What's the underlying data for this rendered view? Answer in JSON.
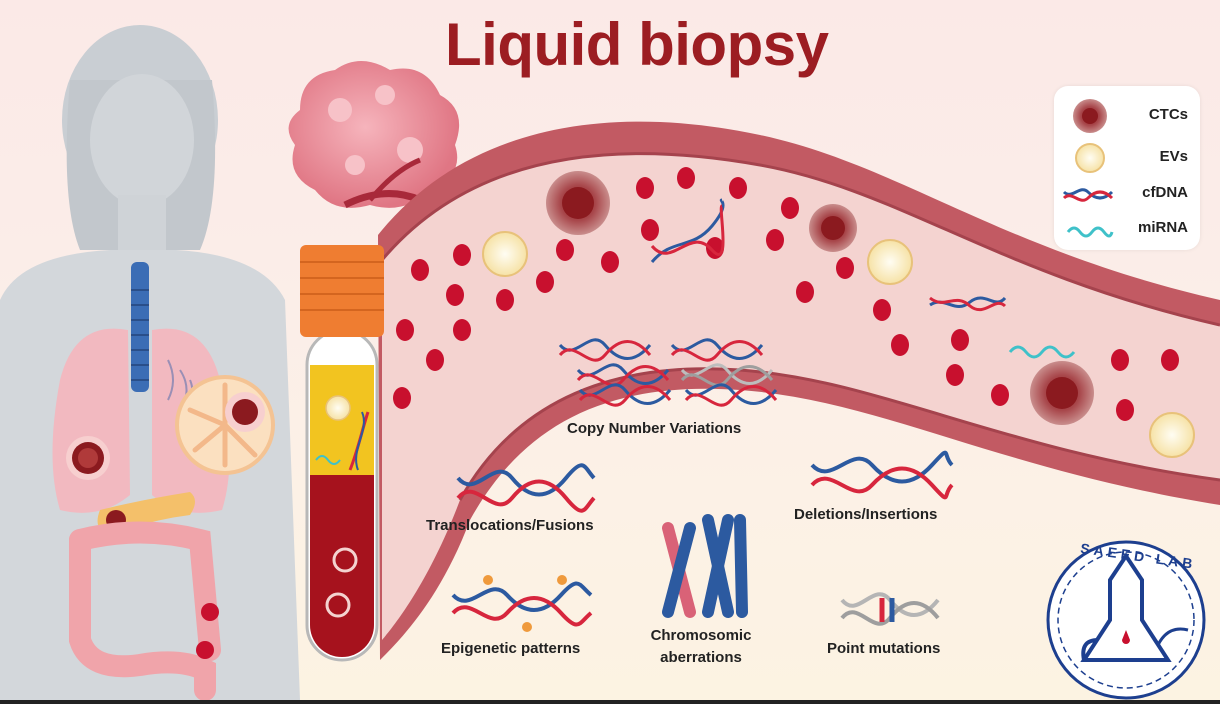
{
  "title": "Liquid biopsy",
  "legend": {
    "items": [
      {
        "label": "CTCs",
        "icon": "ctc-cell-icon"
      },
      {
        "label": "EVs",
        "icon": "extracellular-vesicle-icon"
      },
      {
        "label": "cfDNA",
        "icon": "dna-helix-icon"
      },
      {
        "label": "miRNA",
        "icon": "mirna-strand-icon"
      }
    ]
  },
  "alterations": {
    "copy_number": "Copy Number Variations",
    "translocations": "Translocations/Fusions",
    "deletions": "Deletions/Insertions",
    "epigenetic": "Epigenetic patterns",
    "chromosomic_line1": "Chromosomic",
    "chromosomic_line2": "aberrations",
    "point_mutations": "Point mutations"
  },
  "logo": {
    "text": "SAEED LAB",
    "icon": "flask-logo-icon"
  },
  "colors": {
    "title": "#9c1d22",
    "vessel_wall": "#c25a63",
    "vessel_inner": "#f4d3d0",
    "blood_cell": "#c8102e",
    "dna_red": "#d7263d",
    "dna_blue": "#2c5aa0",
    "mirna": "#3fc1c9",
    "tube_cap": "#ef7d31",
    "plasma": "#f2c420",
    "blood": "#a6121d",
    "logo_blue": "#1d3f8f"
  }
}
